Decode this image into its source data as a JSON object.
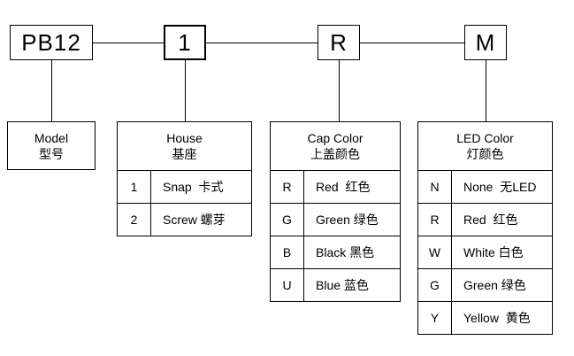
{
  "part_code": {
    "model": "PB12",
    "house": "1",
    "cap": "R",
    "led": "M"
  },
  "model_box": {
    "title_en": "Model",
    "title_zh": "型号"
  },
  "tables": {
    "house": {
      "title_en": "House",
      "title_zh": "基座",
      "rows": [
        {
          "code": "1",
          "desc": "Snap  卡式"
        },
        {
          "code": "2",
          "desc": "Screw 螺芽"
        }
      ]
    },
    "cap": {
      "title_en": "Cap Color",
      "title_zh": "上盖颜色",
      "rows": [
        {
          "code": "R",
          "desc": "Red  红色"
        },
        {
          "code": "G",
          "desc": "Green 绿色"
        },
        {
          "code": "B",
          "desc": "Black 黑色"
        },
        {
          "code": "U",
          "desc": "Blue 蓝色"
        }
      ]
    },
    "led": {
      "title_en": "LED Color",
      "title_zh": "灯颜色",
      "rows": [
        {
          "code": "N",
          "desc": "None  无LED"
        },
        {
          "code": "R",
          "desc": "Red  红色"
        },
        {
          "code": "W",
          "desc": "White 白色"
        },
        {
          "code": "G",
          "desc": "Green 绿色"
        },
        {
          "code": "Y",
          "desc": "Yellow  黄色"
        }
      ]
    }
  },
  "colors": {
    "line": "#000000",
    "background": "#ffffff",
    "text": "#000000"
  }
}
